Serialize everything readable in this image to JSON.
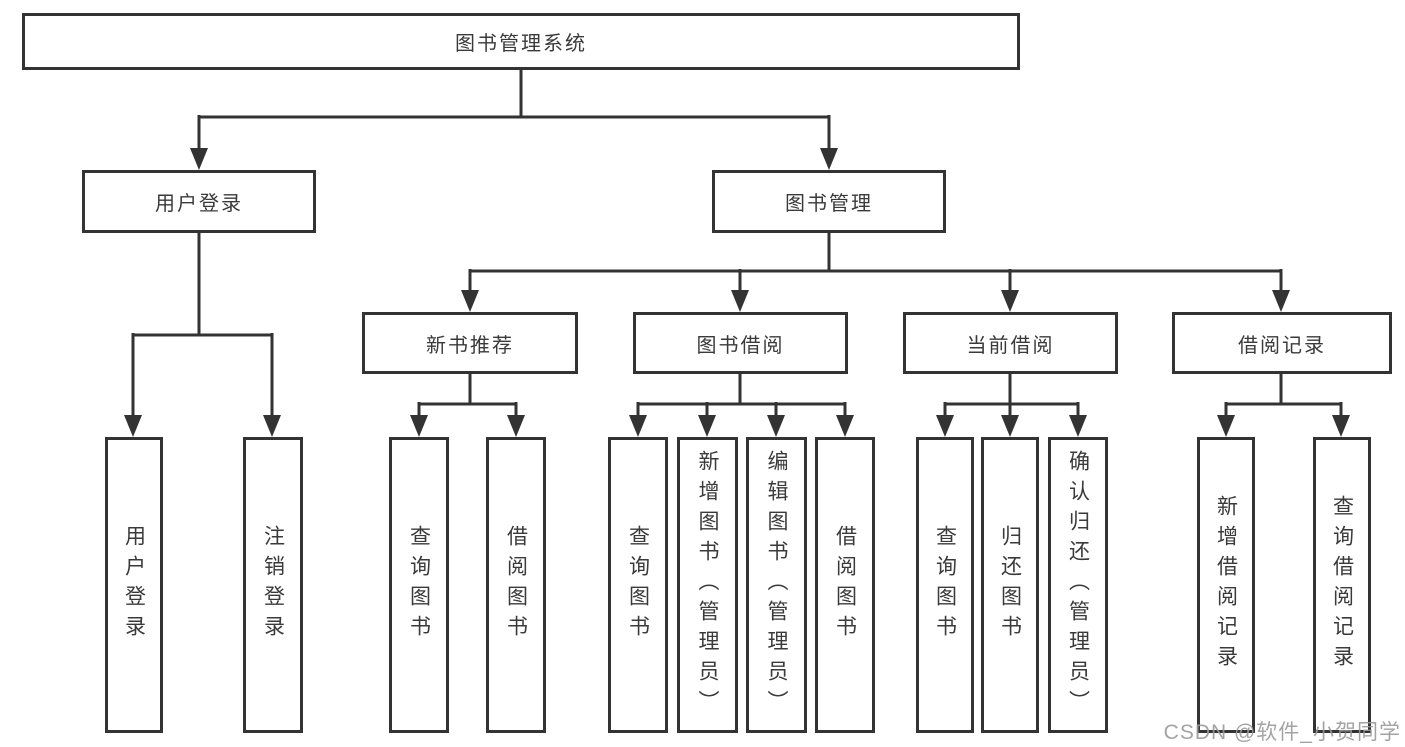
{
  "colors": {
    "line": "#333333",
    "box_border": "#333333",
    "text": "#3a3a3a",
    "watermark": "#9a9a9a",
    "background": "#ffffff"
  },
  "tree": {
    "root": {
      "label": "图书管理系统",
      "children": [
        {
          "label": "用户登录",
          "children": [
            {
              "label": "用户登录"
            },
            {
              "label": "注销登录"
            }
          ]
        },
        {
          "label": "图书管理",
          "children": [
            {
              "label": "新书推荐",
              "children": [
                {
                  "label": "查询图书"
                },
                {
                  "label": "借阅图书"
                }
              ]
            },
            {
              "label": "图书借阅",
              "children": [
                {
                  "label": "查询图书"
                },
                {
                  "label": "新增图书（管理员）"
                },
                {
                  "label": "编辑图书（管理员）"
                },
                {
                  "label": "借阅图书"
                }
              ]
            },
            {
              "label": "当前借阅",
              "children": [
                {
                  "label": "查询图书"
                },
                {
                  "label": "归还图书"
                },
                {
                  "label": "确认归还（管理员）"
                }
              ]
            },
            {
              "label": "借阅记录",
              "children": [
                {
                  "label": "新增借阅记录"
                },
                {
                  "label": "查询借阅记录"
                }
              ]
            }
          ]
        }
      ]
    }
  },
  "watermark": {
    "text": "CSDN @软件_小贺同学"
  }
}
